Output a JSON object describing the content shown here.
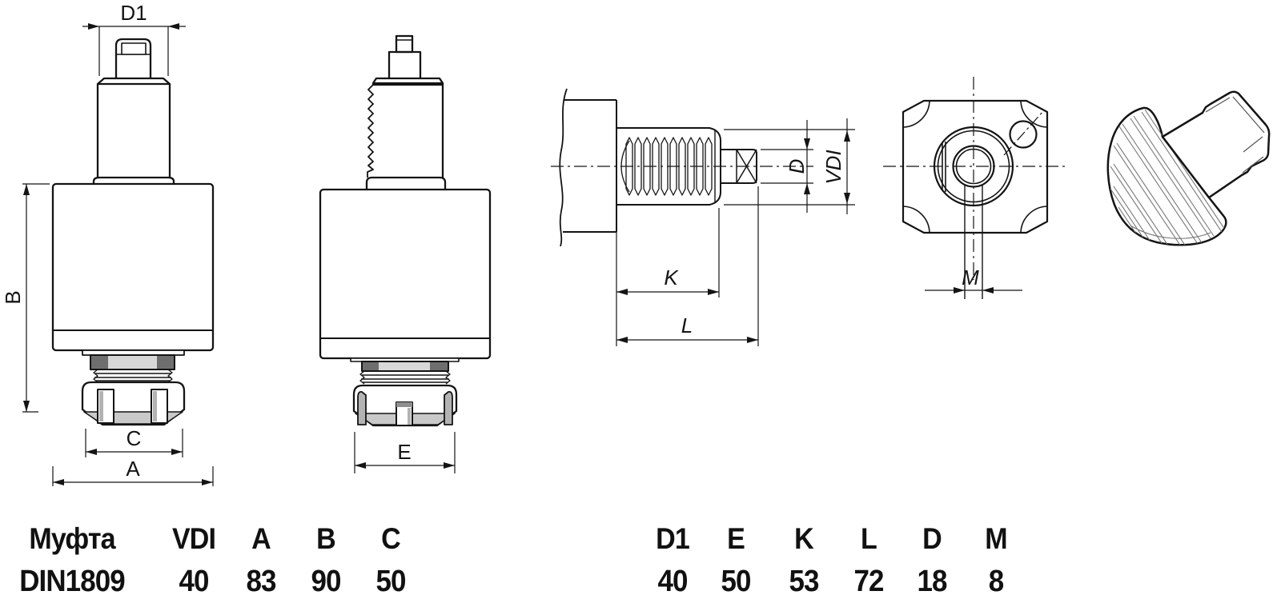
{
  "table": {
    "columns": [
      {
        "header": "Муфта",
        "value": "DIN1809"
      },
      {
        "header": "VDI",
        "value": "40"
      },
      {
        "header": "A",
        "value": "83"
      },
      {
        "header": "B",
        "value": "90"
      },
      {
        "header": "C",
        "value": "50"
      },
      {
        "header": "D1",
        "value": "40"
      },
      {
        "header": "E",
        "value": "50"
      },
      {
        "header": "K",
        "value": "53"
      },
      {
        "header": "L",
        "value": "72"
      },
      {
        "header": "D",
        "value": "18"
      },
      {
        "header": "M",
        "value": "8"
      }
    ]
  },
  "drawing": {
    "labels": {
      "d1": "D1",
      "b": "B",
      "c": "C",
      "a": "A",
      "e": "E",
      "k": "K",
      "l": "L",
      "d": "D",
      "vdi": "VDI",
      "m": "M"
    }
  },
  "colors": {
    "line": "#141414",
    "gray_light": "#d8d8d8",
    "gray_mid": "#b3b3b3",
    "gray_dark": "#6e6e6e",
    "background": "#ffffff"
  }
}
